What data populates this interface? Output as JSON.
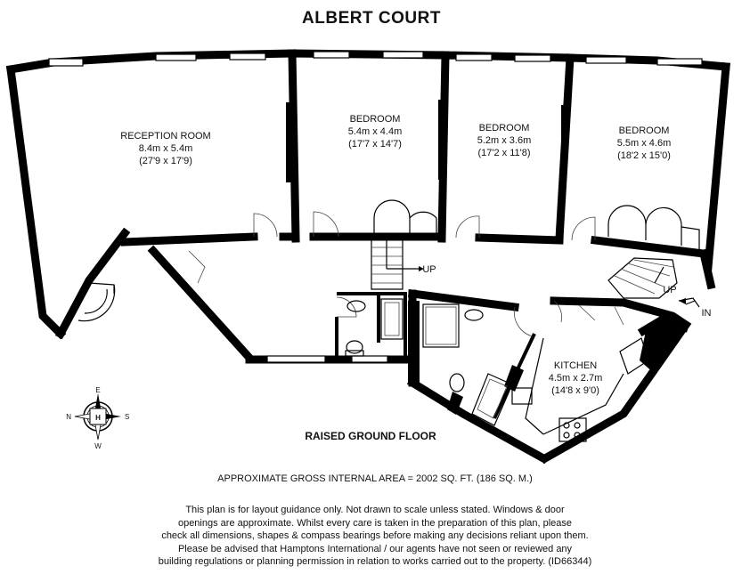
{
  "title": "ALBERT COURT",
  "rooms": [
    {
      "name": "RECEPTION ROOM",
      "metric": "8.4m x 5.4m",
      "imperial": "(27'9 x 17'9)"
    },
    {
      "name": "BEDROOM",
      "metric": "5.4m x 4.4m",
      "imperial": "(17'7 x 14'7)"
    },
    {
      "name": "BEDROOM",
      "metric": "5.2m x 3.6m",
      "imperial": "(17'2 x 11'8)"
    },
    {
      "name": "BEDROOM",
      "metric": "5.5m x 4.6m",
      "imperial": "(18'2 x 15'0)"
    },
    {
      "name": "KITCHEN",
      "metric": "4.5m x 2.7m",
      "imperial": "(14'8 x 9'0)"
    }
  ],
  "labels": {
    "up1": "UP",
    "up2": "UP",
    "in": "IN"
  },
  "compass": {
    "n": "N",
    "e": "E",
    "s": "S",
    "w": "W",
    "center": "H"
  },
  "floor_name": "RAISED GROUND FLOOR",
  "area": "APPROXIMATE GROSS INTERNAL AREA = 2002 SQ. FT. (186 SQ. M.)",
  "disclaimer": [
    "This plan is for layout guidance only. Not drawn to scale unless stated. Windows & door",
    "openings are approximate. Whilst every care is taken in the preparation of this plan, please",
    "check all dimensions, shapes & compass bearings before making any decisions reliant upon them.",
    "Please be advised that Hamptons International / our agents have not seen or reviewed any",
    "building regulations or planning permission in relation to works carried out to the property. (ID66344)"
  ]
}
